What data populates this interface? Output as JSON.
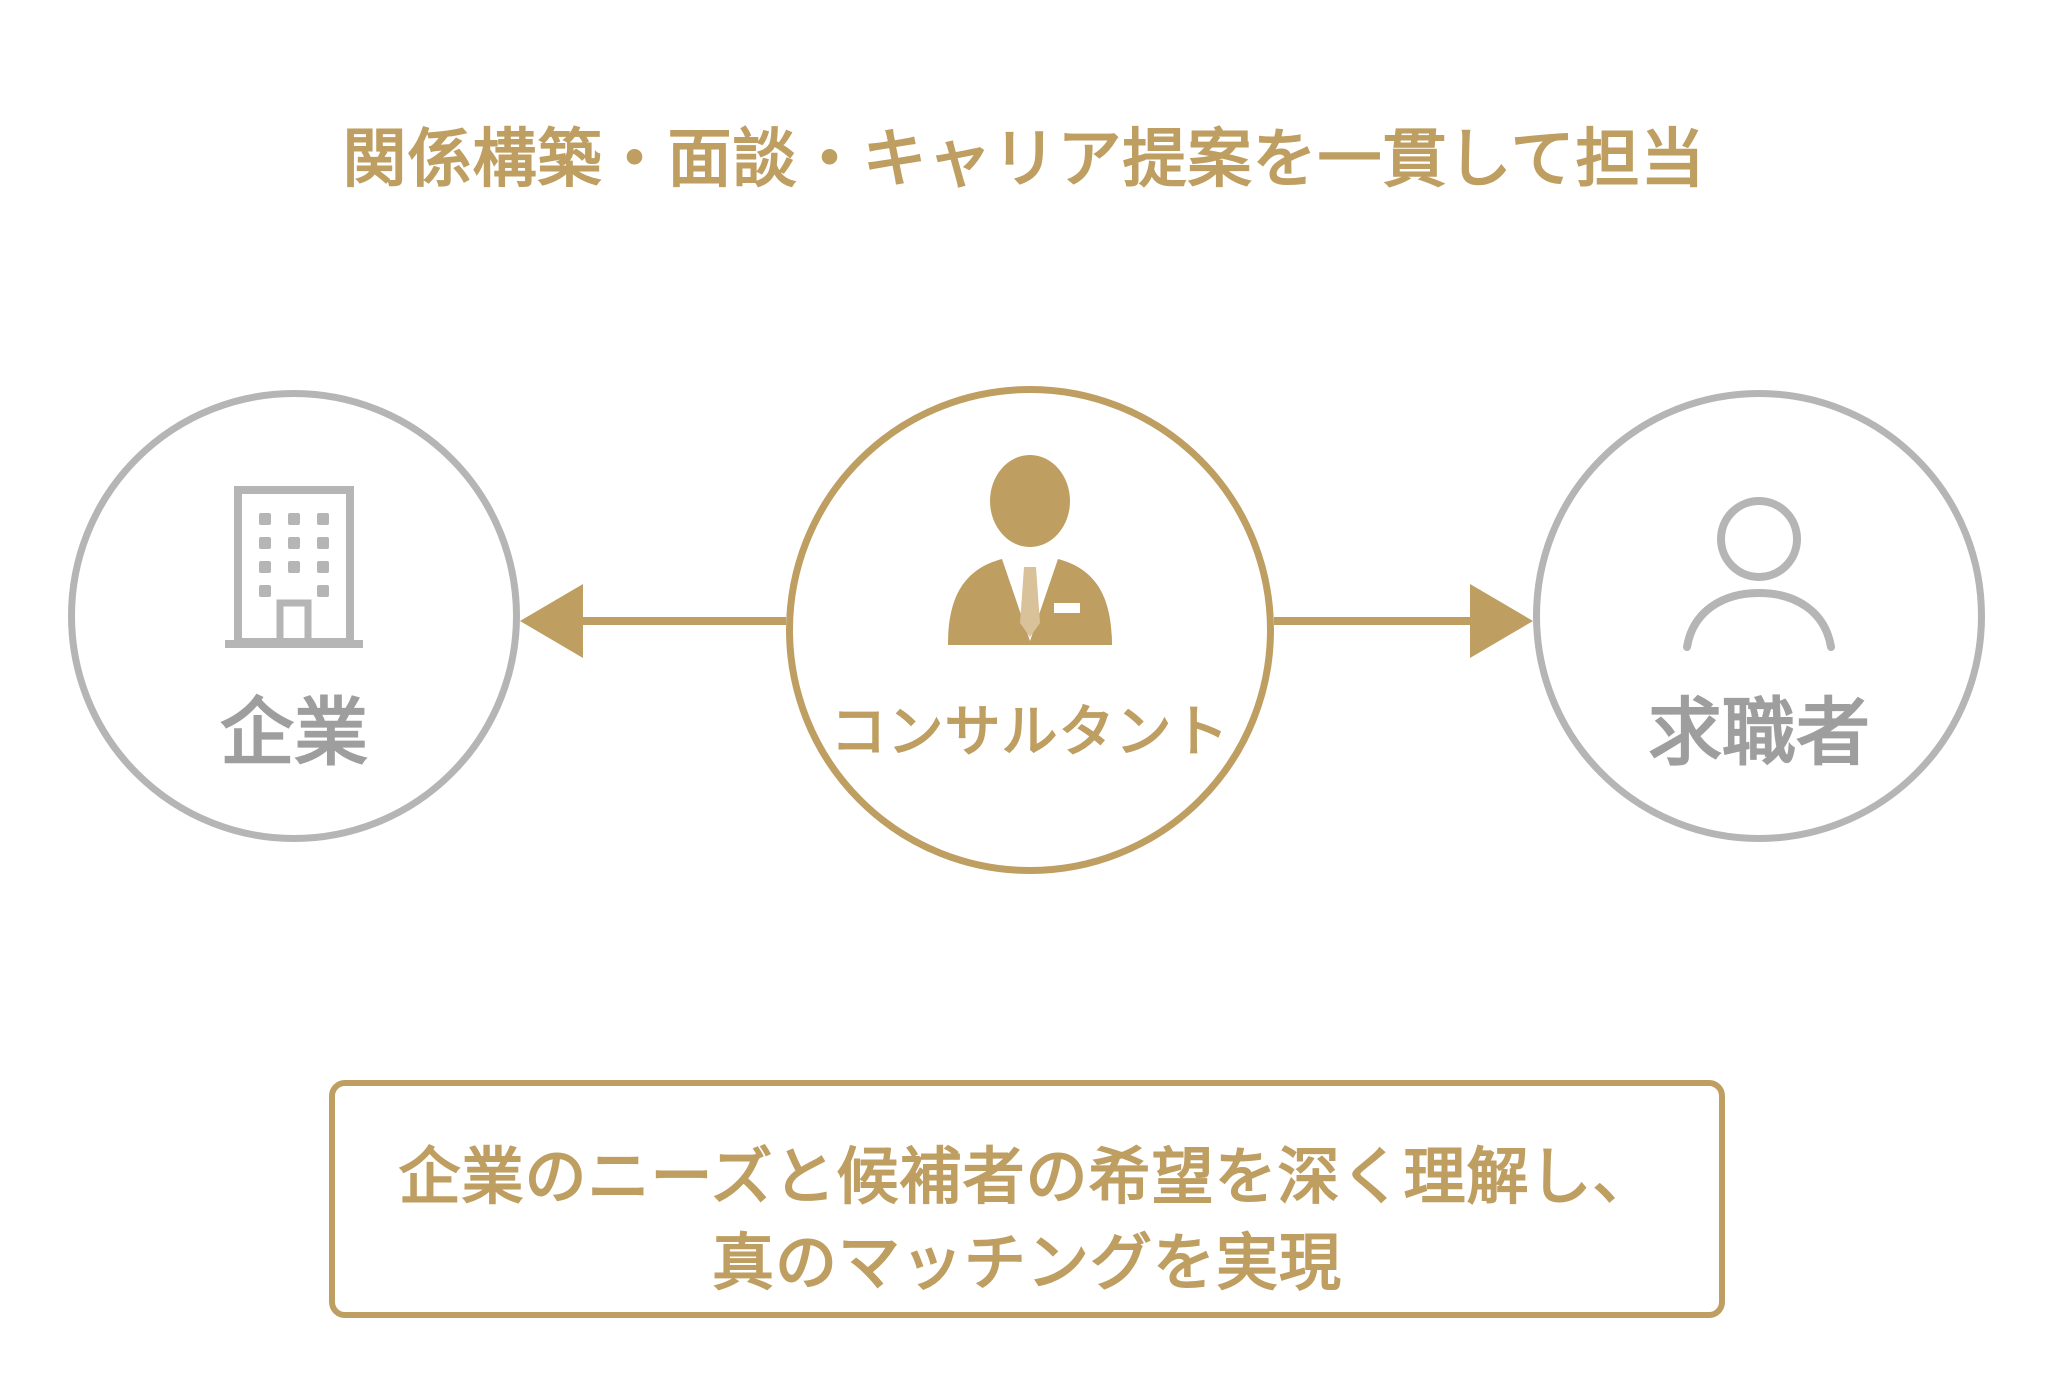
{
  "headline": "関係構築・面談・キャリア提案を一貫して担当",
  "nodes": {
    "left": {
      "label": "企業",
      "icon": "building-icon"
    },
    "center": {
      "label": "コンサルタント",
      "icon": "businessman-icon"
    },
    "right": {
      "label": "求職者",
      "icon": "person-icon"
    }
  },
  "message": {
    "line1": "企業のニーズと候補者の希望を深く理解し、",
    "line2": "真のマッチングを実現"
  },
  "colors": {
    "gold": "#BE9E61",
    "gray": "#B5B5B5",
    "gray_text": "#9E9E9E"
  }
}
